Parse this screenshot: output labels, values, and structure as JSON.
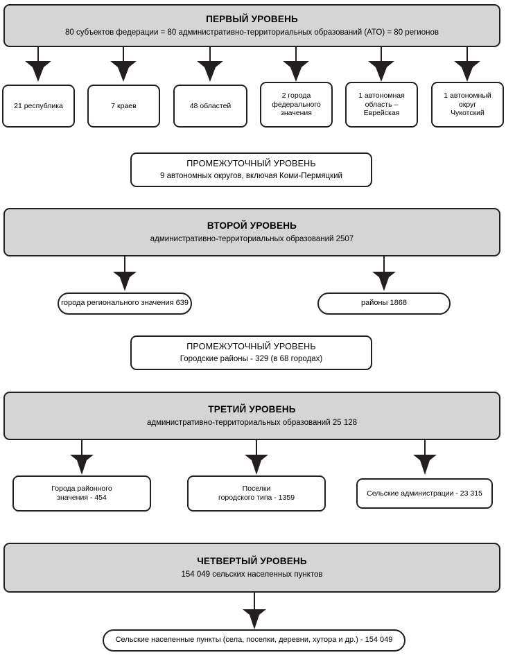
{
  "diagram": {
    "title_level1": "ПЕРВЫЙ УРОВЕНЬ",
    "subtitle_level1": "80 субъектов федерации = 80 административно-территориальных образований (АТО) = 80 регионов",
    "level1_children": [
      {
        "line1": "21 республика",
        "line2": "",
        "line3": ""
      },
      {
        "line1": "7 краев",
        "line2": "",
        "line3": ""
      },
      {
        "line1": "48 областей",
        "line2": "",
        "line3": ""
      },
      {
        "line1": "2 города",
        "line2": "федерального",
        "line3": "значения"
      },
      {
        "line1": "1 автономная",
        "line2": "область –",
        "line3": "Еврейская"
      },
      {
        "line1": "1 автономный",
        "line2": "округ",
        "line3": "Чукотский"
      }
    ],
    "intermediate1": {
      "title": "ПРОМЕЖУТОЧНЫЙ УРОВЕНЬ",
      "subtitle": "9 автономных округов, включая Коми-Пермяцкий"
    },
    "title_level2": "ВТОРОЙ УРОВЕНЬ",
    "subtitle_level2": "административно-территориальных образований 2507",
    "level2_children": [
      {
        "label": "города регионального значения 639"
      },
      {
        "label": "районы 1868"
      }
    ],
    "intermediate2": {
      "title": "ПРОМЕЖУТОЧНЫЙ УРОВЕНЬ",
      "subtitle": "Городские районы - 329 (в 68 городах)"
    },
    "title_level3": "ТРЕТИЙ УРОВЕНЬ",
    "subtitle_level3": "административно-территориальных образований 25 128",
    "level3_children": [
      {
        "line1": "Города районного",
        "line2": "значения - 454"
      },
      {
        "line1": "Поселки",
        "line2": "городского типа - 1359"
      },
      {
        "line1": "Сельские администрации - 23 315",
        "line2": ""
      }
    ],
    "title_level4": "ЧЕТВЕРТЫЙ УРОВЕНЬ",
    "subtitle_level4": "154 049 сельских населенных пунктов",
    "level4_children": [
      {
        "label": "Сельские населенные пункты (села, поселки, деревни, хутора и др.) - 154 049"
      }
    ],
    "colors": {
      "band_fill": "#d5d5d5",
      "stroke": "#231f20",
      "node_fill": "#ffffff",
      "page_bg": "#ffffff"
    }
  }
}
